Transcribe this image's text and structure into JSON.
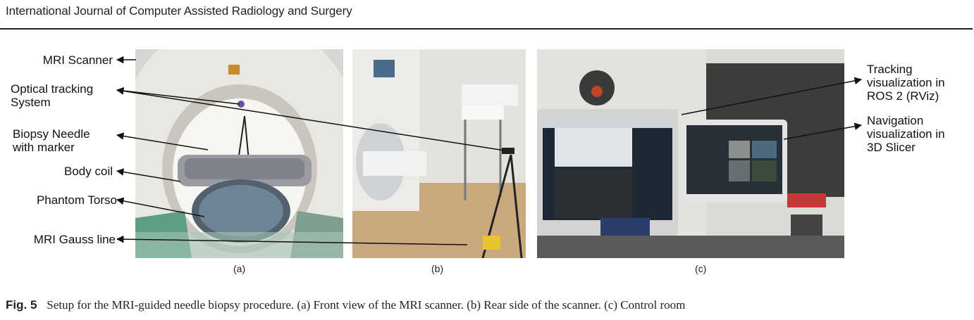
{
  "header": {
    "journal": "International Journal of Computer Assisted Radiology and Surgery"
  },
  "labels": {
    "mri_scanner": "MRI Scanner",
    "optical_line1": "Optical tracking",
    "optical_line2": "System",
    "needle_line1": "Biopsy Needle",
    "needle_line2": "with marker",
    "body_coil": "Body coil",
    "phantom": "Phantom Torso",
    "gauss": "MRI Gauss line",
    "tracking_line1": "Tracking",
    "tracking_line2": "visualization in",
    "tracking_line3": "ROS 2 (RViz)",
    "nav_line1": "Navigation",
    "nav_line2": "visualization in",
    "nav_line3": "3D Slicer"
  },
  "subfigures": {
    "a": "(a)",
    "b": "(b)",
    "c": "(c)"
  },
  "caption": {
    "label": "Fig. 5",
    "text": "Setup for the MRI-guided needle biopsy procedure. (a) Front view of the MRI scanner. (b) Rear side of the scanner. (c) Control room"
  },
  "colors": {
    "text": "#231f20",
    "rule": "#231f20",
    "arrow": "#111111",
    "accent_orange": "#d9551f"
  }
}
